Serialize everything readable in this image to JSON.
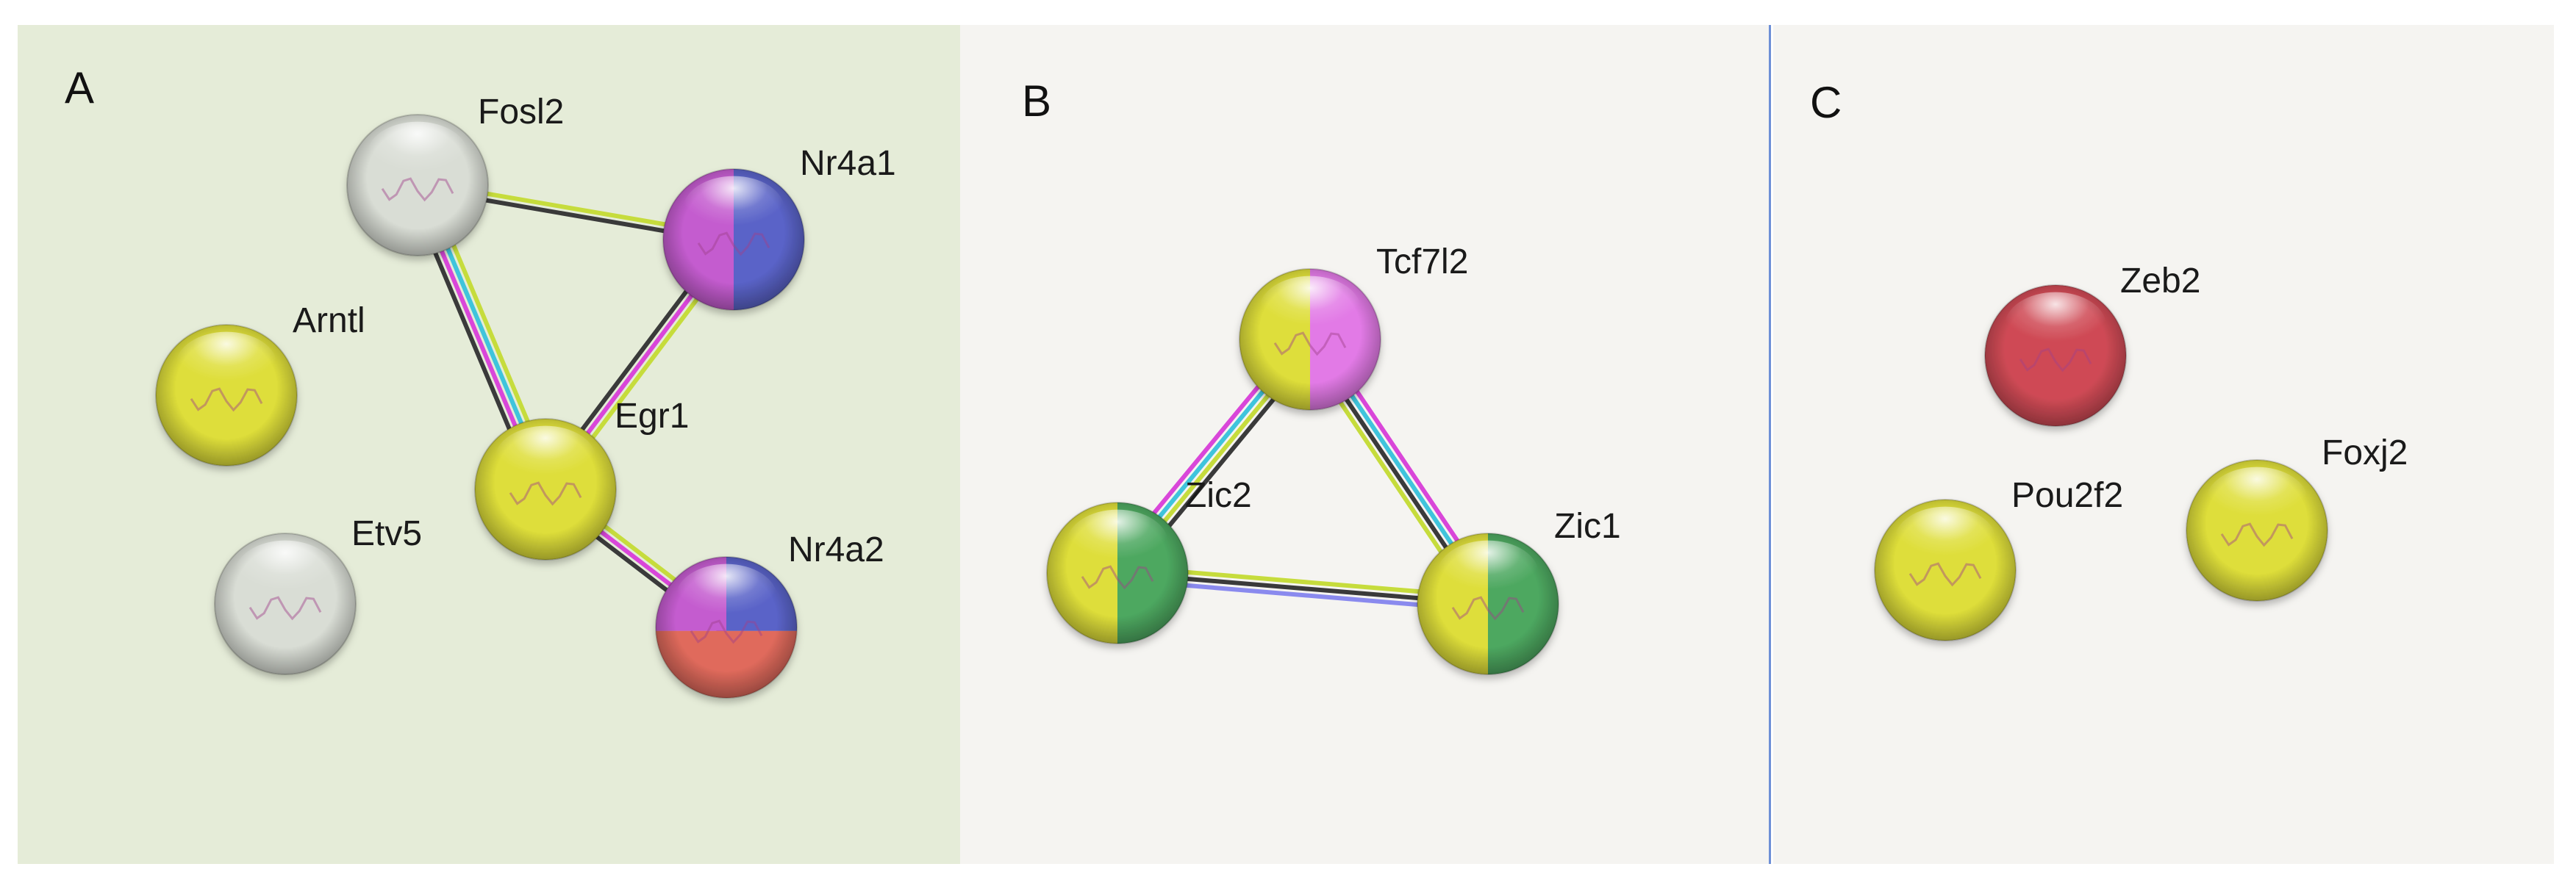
{
  "panels": [
    {
      "label": "A",
      "background": "#e5ecd8"
    },
    {
      "label": "B",
      "background": "#f5f4f1"
    },
    {
      "label": "C",
      "background": "#f5f4f1"
    }
  ],
  "proteins": {
    "fosl2": "Fosl2",
    "nr4a1": "Nr4a1",
    "arntl": "Arntl",
    "egr1": "Egr1",
    "etv5": "Etv5",
    "nr4a2": "Nr4a2",
    "tcf7l2": "Tcf7l2",
    "zic2": "Zic2",
    "zic1": "Zic1",
    "zeb2": "Zeb2",
    "pou2f2": "Pou2f2",
    "foxj2": "Foxj2"
  },
  "interactions": [
    {
      "a": "Fosl2",
      "b": "Nr4a1",
      "evidence": [
        "yellow-green",
        "black"
      ]
    },
    {
      "a": "Fosl2",
      "b": "Egr1",
      "evidence": [
        "yellow-green",
        "cyan",
        "magenta",
        "black"
      ]
    },
    {
      "a": "Nr4a1",
      "b": "Egr1",
      "evidence": [
        "yellow-green",
        "magenta",
        "black"
      ]
    },
    {
      "a": "Egr1",
      "b": "Nr4a2",
      "evidence": [
        "yellow-green",
        "magenta",
        "black"
      ]
    },
    {
      "a": "Tcf7l2",
      "b": "Zic2",
      "evidence": [
        "black",
        "yellow-green",
        "cyan",
        "magenta"
      ]
    },
    {
      "a": "Tcf7l2",
      "b": "Zic1",
      "evidence": [
        "magenta",
        "cyan",
        "black",
        "yellow-green"
      ]
    },
    {
      "a": "Zic2",
      "b": "Zic1",
      "evidence": [
        "yellow-green",
        "black",
        "blue"
      ]
    }
  ],
  "evidence_colors": {
    "yellow-green": "#c6dc3c",
    "cyan": "#3fc4dc",
    "magenta": "#d946d9",
    "black": "#3a3a3a",
    "blue": "#8a8aee"
  },
  "node_colors": {
    "yellow": "#dede3a",
    "grey": "#d9ddd5",
    "purple": "#c45ccf",
    "blue": "#5a63c8",
    "salmon": "#e06a5c",
    "green": "#4da860",
    "pink": "#e27ae6",
    "red": "#cf4a55"
  }
}
